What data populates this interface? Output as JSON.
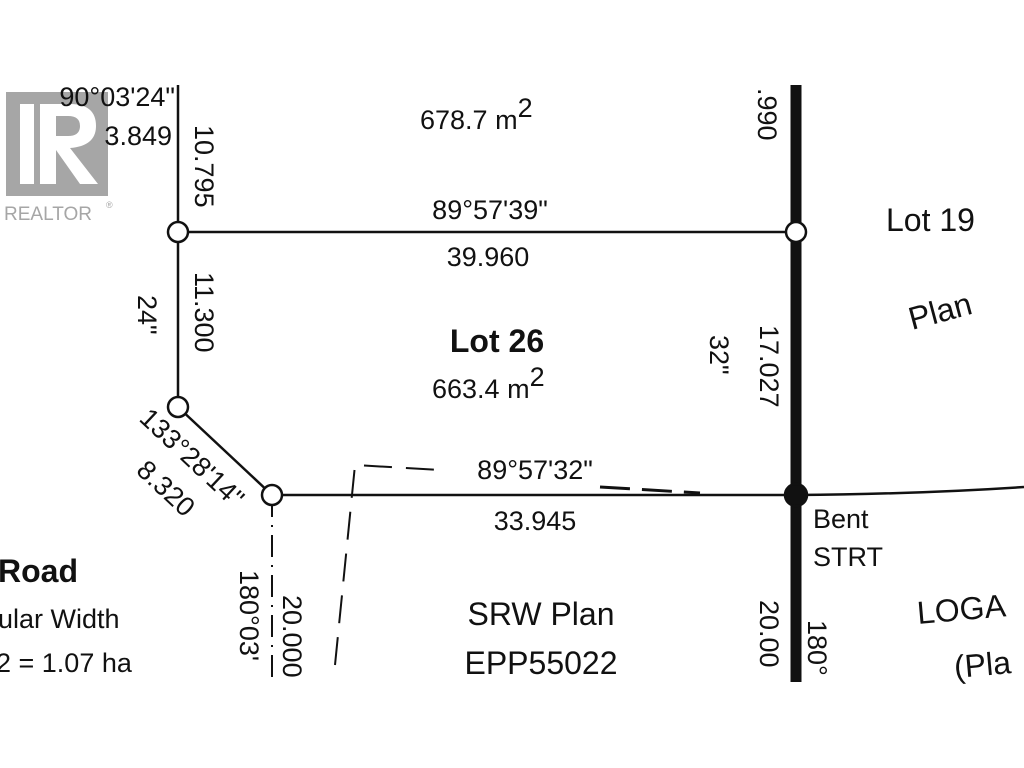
{
  "logo": {
    "brand": "REALTOR",
    "registered": "®",
    "color": "#a6a6a6"
  },
  "lots": {
    "top_area": "678.7 m",
    "top_area_exp": "2",
    "lot26_name": "Lot 26",
    "lot26_area": "663.4 m",
    "lot26_area_exp": "2",
    "lot19_name": "Lot 19",
    "lot19_plan": "Plan"
  },
  "labels": {
    "nw_bearing": "90°03'24\"",
    "nw_distance": "3.849",
    "west_upper": "10.795",
    "east_upper": ".990",
    "north_bearing": "89°57'39\"",
    "north_distance": "39.960",
    "west_bearing_frag": "24\"",
    "west_lower": "11.300",
    "east_bearing_frag": "32\"",
    "east_lower": "17.027",
    "diag_bearing": "133°28'14\"",
    "diag_distance": "8.320",
    "south_bearing": "89°57'32\"",
    "south_distance": "33.945",
    "bent_line1": "Bent",
    "bent_line2": "STRT",
    "road_name": "Road",
    "road_width": "ular Width",
    "road_area": "2 = 1.07 ha",
    "sw_bearing": "180°03'",
    "sw_distance": "20.000",
    "srw_line1": "SRW Plan",
    "srw_line2": "EPP55022",
    "se_distance": "20.00",
    "se_bearing": "180°",
    "logan_line1": "LOGA",
    "logan_line2": "(Pla"
  }
}
